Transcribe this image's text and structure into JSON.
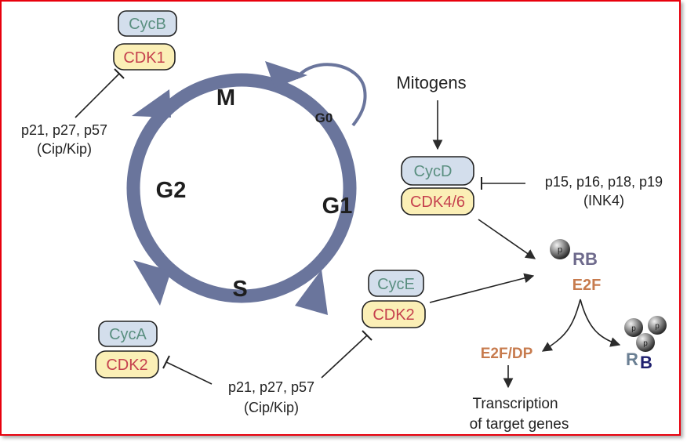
{
  "phases": {
    "m": "M",
    "g0": "G0",
    "g1": "G1",
    "g2": "G2",
    "s": "S"
  },
  "complexes": {
    "cycb_cdk1": {
      "cyclin": "CycB",
      "cdk": "CDK1"
    },
    "cycd_cdk46": {
      "cyclin": "CycD",
      "cdk": "CDK4/6"
    },
    "cyce_cdk2": {
      "cyclin": "CycE",
      "cdk": "CDK2"
    },
    "cyca_cdk2": {
      "cyclin": "CycA",
      "cdk": "CDK2"
    }
  },
  "inhibitors": {
    "cip_kip_top": {
      "names": "p21, p27, p57",
      "family": "(Cip/Kip)"
    },
    "ink4": {
      "names": "p15, p16, p18, p19",
      "family": "(INK4)"
    },
    "cip_kip_bottom": {
      "names": "p21, p27, p57",
      "family": "(Cip/Kip)"
    }
  },
  "signals": {
    "mitogens": "Mitogens"
  },
  "rb_e2f": {
    "phospho_mark": "p",
    "rb": "RB",
    "e2f": "E2F",
    "e2f_dp": "E2F/DP",
    "rb_free_r": "R",
    "rb_free_b": "B",
    "transcription_line1": "Transcription",
    "transcription_line2": "of target genes"
  },
  "colors": {
    "frame_border": "#e8000d",
    "cycle": "#6a759c",
    "cyclin_fill": "#d3deec",
    "cyclin_text": "#5a8f80",
    "cdk_fill": "#fbefb6",
    "cdk_text": "#c5414e",
    "rb_text": "#6e6a8c",
    "e2f_text": "#c77b4e",
    "rb_free_r": "#6a7f93",
    "rb_free_b": "#1e1f6e"
  }
}
